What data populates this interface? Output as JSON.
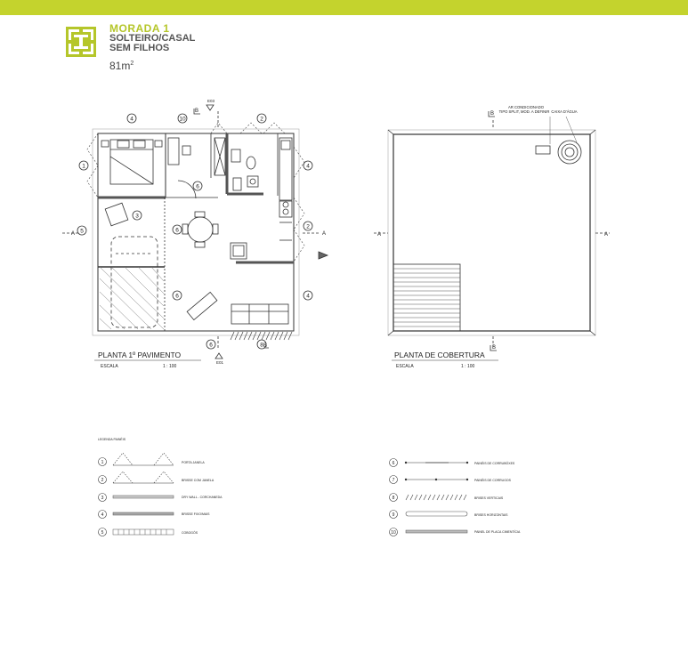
{
  "header": {
    "title": "MORADA 1",
    "subtitle_line1": "SOLTEIRO/CASAL",
    "subtitle_line2": "SEM FILHOS",
    "area_value": "81m",
    "area_unit_exp": "2"
  },
  "colors": {
    "accent": "#c4d32d",
    "line": "#333333"
  },
  "plan_ground": {
    "title": "PLANTA 1º PAVIMENTO",
    "scale_label": "ESCALA",
    "scale_value": "1 : 100",
    "section_a": "A",
    "section_b": "B",
    "elev_top": "E03",
    "elev_bottom": "E01",
    "wall_tags": [
      "4",
      "10",
      "2",
      "1",
      "4",
      "3",
      "6",
      "5",
      "6",
      "2",
      "6",
      "4",
      "6",
      "8"
    ]
  },
  "plan_roof": {
    "title": "PLANTA DE COBERTURA",
    "scale_label": "ESCALA",
    "scale_value": "1 : 100",
    "ac_line1": "AR CONDICIONADO",
    "ac_line2": "TIPO SPLIT, MOD. A DEFINIR",
    "water_tank": "CAIXA D'ÁGUA",
    "section_a": "A",
    "section_b": "B"
  },
  "legend": {
    "title": "LEGENDA PAINÉIS",
    "items": [
      {
        "num": "1",
        "label": "PORTA JANELA"
      },
      {
        "num": "2",
        "label": "BRISSE COM JANELA"
      },
      {
        "num": "3",
        "label": "DRY WALL - CORCHANEDA"
      },
      {
        "num": "4",
        "label": "BRISSE FIXO/MAIS"
      },
      {
        "num": "5",
        "label": "COBOGÓS"
      },
      {
        "num": "6",
        "label": "PAINÉIS DE CORRUBÓXES"
      },
      {
        "num": "7",
        "label": "PAINÉIS DE CORRUGOS"
      },
      {
        "num": "8",
        "label": "BRISES VERTICAIS"
      },
      {
        "num": "9",
        "label": "BRISES HORIZONTAIS"
      },
      {
        "num": "10",
        "label": "PAINEL DE PLACA CIMENTÍCIA"
      }
    ]
  }
}
